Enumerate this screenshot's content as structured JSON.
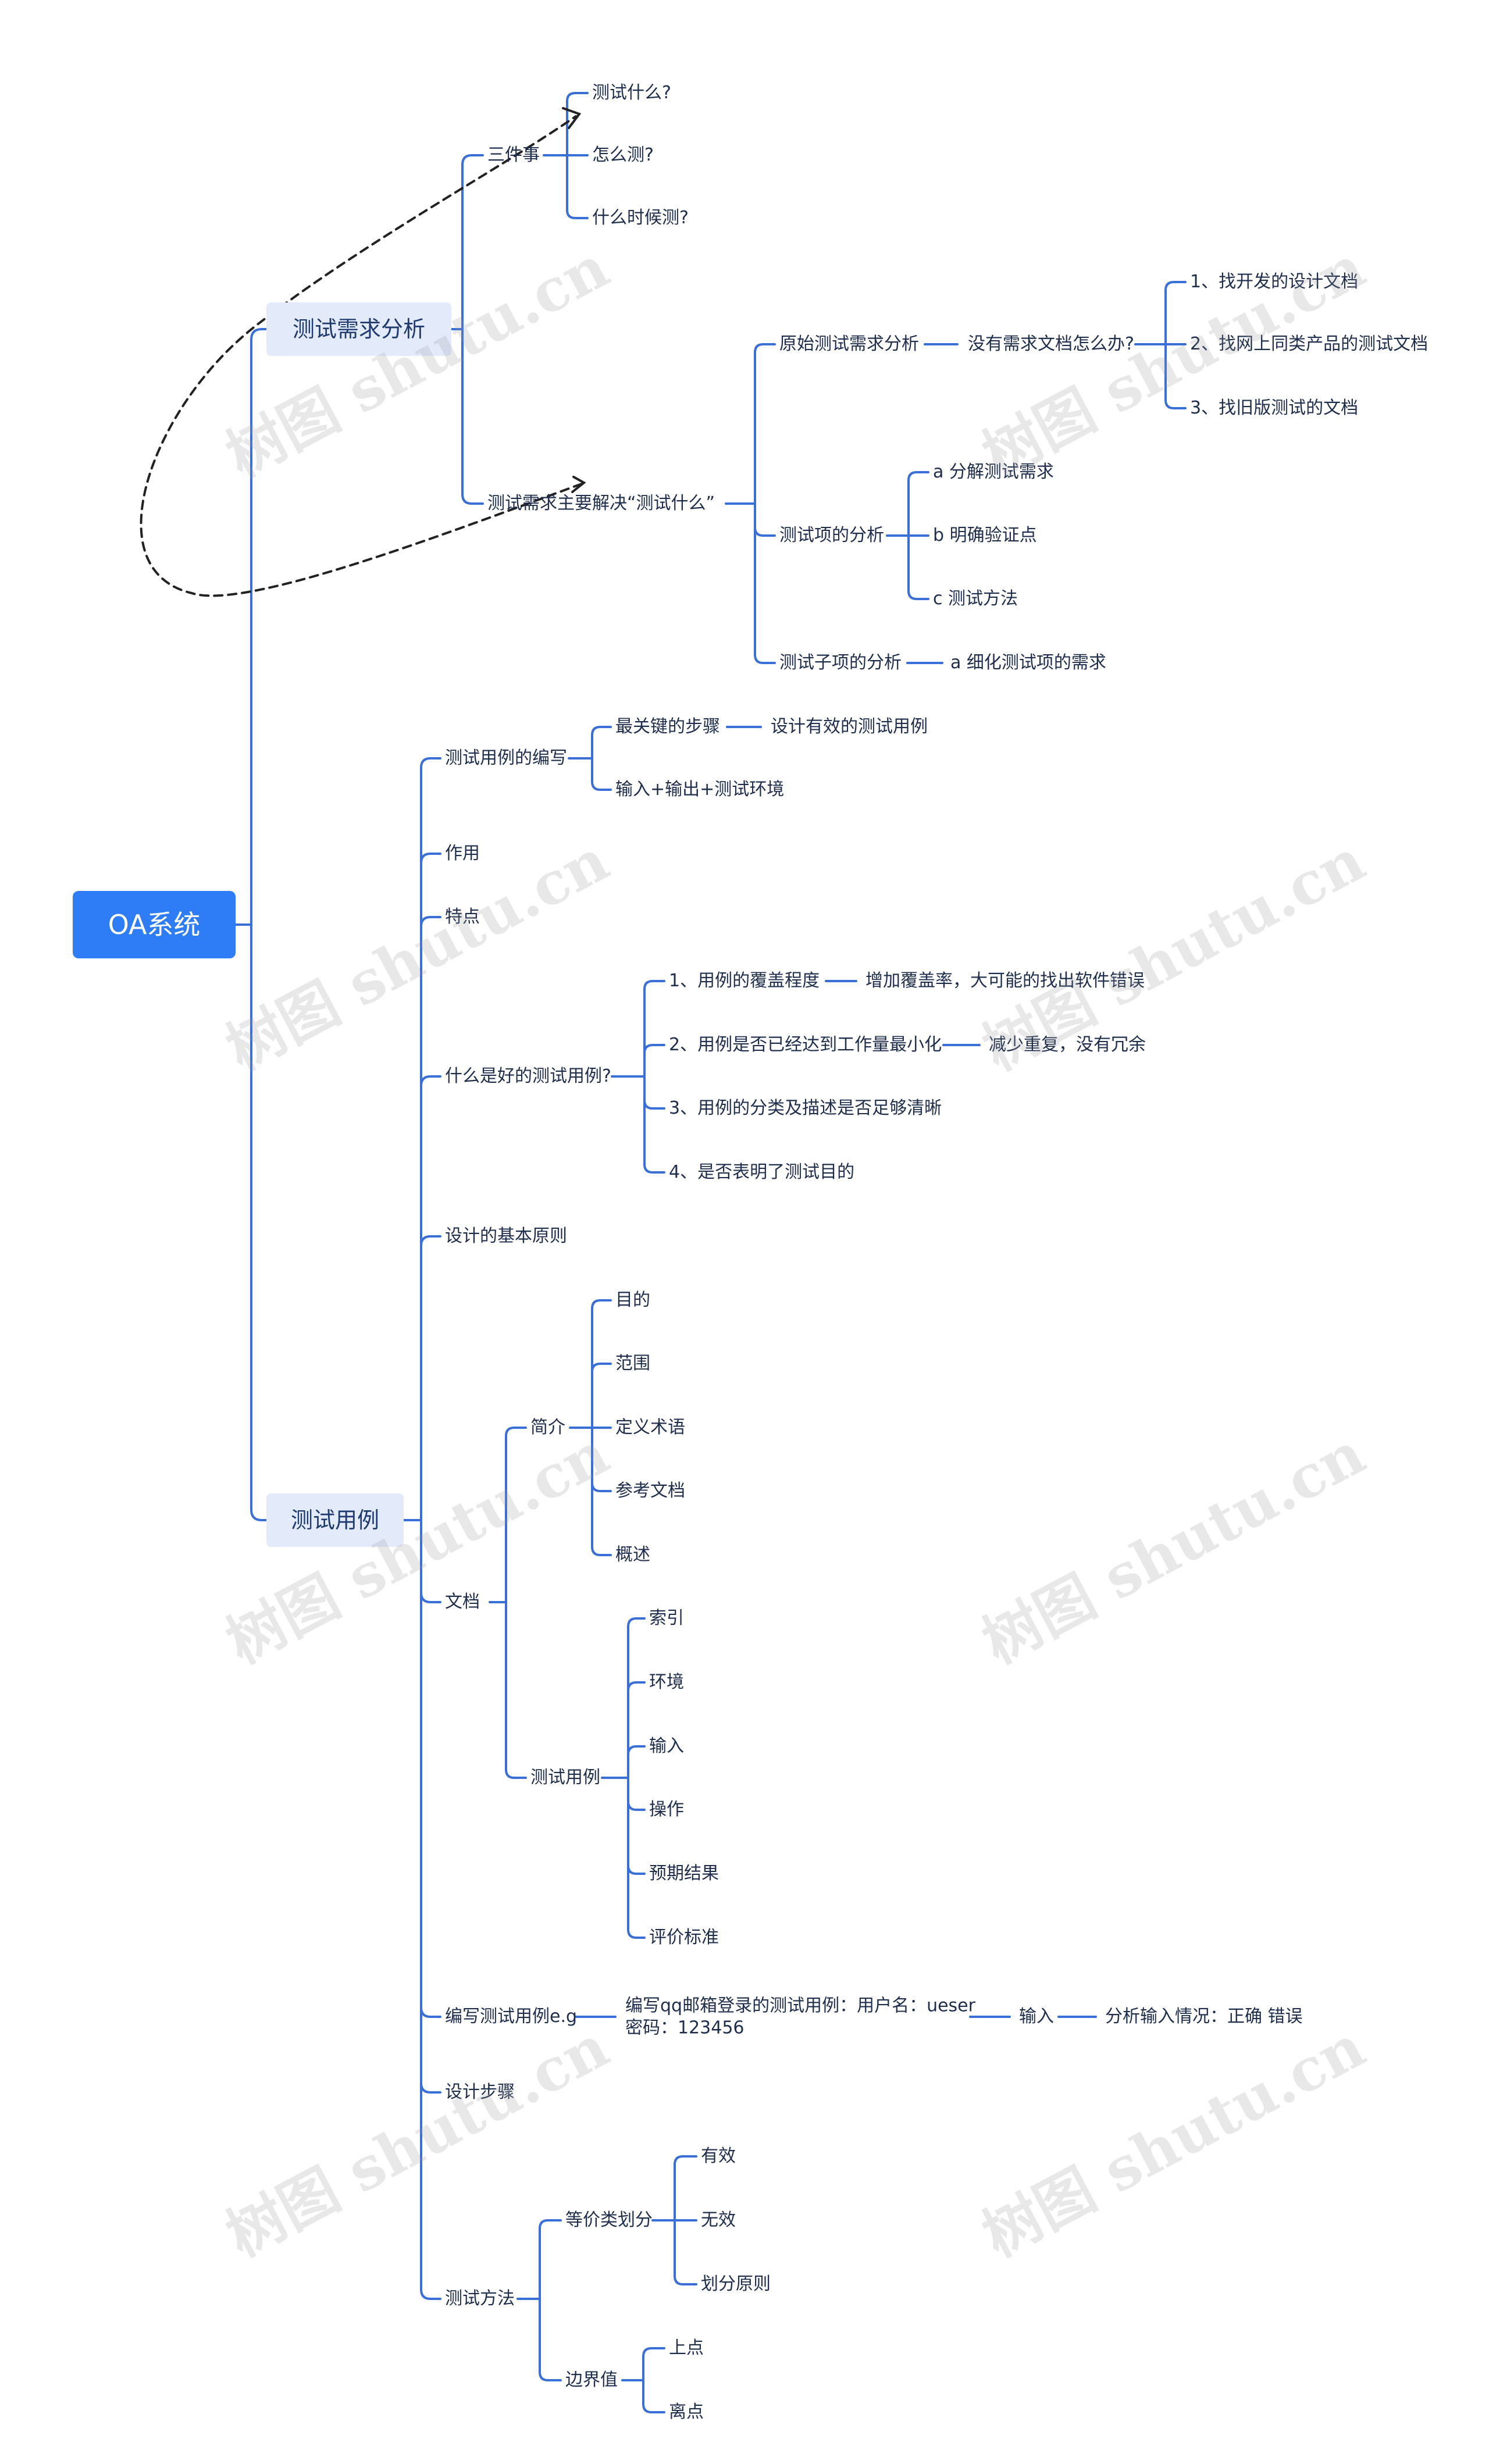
{
  "root": "OA系统",
  "branch1": {
    "title": "测试需求分析",
    "three_things": {
      "label": "三件事",
      "items": [
        "测试什么?",
        "怎么测?",
        "什么时候测?"
      ]
    },
    "solve": {
      "label": "测试需求主要解决“测试什么”",
      "original": {
        "label": "原始测试需求分析",
        "question": "没有需求文档怎么办?",
        "answers": [
          "1、找开发的设计文档",
          "2、找网上同类产品的测试文档",
          "3、找旧版测试的文档"
        ]
      },
      "item_analysis": {
        "label": "测试项的分析",
        "items": [
          "a 分解测试需求",
          "b 明确验证点",
          "c 测试方法"
        ]
      },
      "subitem_analysis": {
        "label": "测试子项的分析",
        "item": "a 细化测试项的需求"
      }
    }
  },
  "branch2": {
    "title": "测试用例",
    "writing": {
      "label": "测试用例的编写",
      "key_step": "最关键的步骤",
      "key_step_detail": "设计有效的测试用例",
      "io": "输入+输出+测试环境"
    },
    "role": "作用",
    "features": "特点",
    "good": {
      "label": "什么是好的测试用例?",
      "items": [
        "1、用例的覆盖程度",
        "2、用例是否已经达到工作量最小化",
        "3、用例的分类及描述是否足够清晰",
        "4、是否表明了测试目的"
      ],
      "coverage_detail": "增加覆盖率，大可能的找出软件错误",
      "min_detail": "减少重复，没有冗余"
    },
    "principles": "设计的基本原则",
    "document": {
      "label": "文档",
      "intro": {
        "label": "简介",
        "items": [
          "目的",
          "范围",
          "定义术语",
          "参考文档",
          "概述"
        ]
      },
      "cases": {
        "label": "测试用例",
        "items": [
          "索引",
          "环境",
          "输入",
          "操作",
          "预期结果",
          "评价标准"
        ]
      }
    },
    "example": {
      "label": "编写测试用例e.g",
      "detail_line1": "编写qq邮箱登录的测试用例：用户名：ueser",
      "detail_line2": "密码：123456",
      "input": "输入",
      "analysis": "分析输入情况：正确 错误"
    },
    "steps": "设计步骤",
    "methods": {
      "label": "测试方法",
      "equivalence": {
        "label": "等价类划分",
        "items": [
          "有效",
          "无效",
          "划分原则"
        ]
      },
      "boundary": {
        "label": "边界值",
        "items": [
          "上点",
          "离点"
        ]
      }
    }
  },
  "watermark": "树图 shutu.cn",
  "colors": {
    "line": "#3a6fd8",
    "root_bg": "#2e7cf6",
    "main_bg": "#e3ebfb",
    "text": "#1f2d4d"
  }
}
